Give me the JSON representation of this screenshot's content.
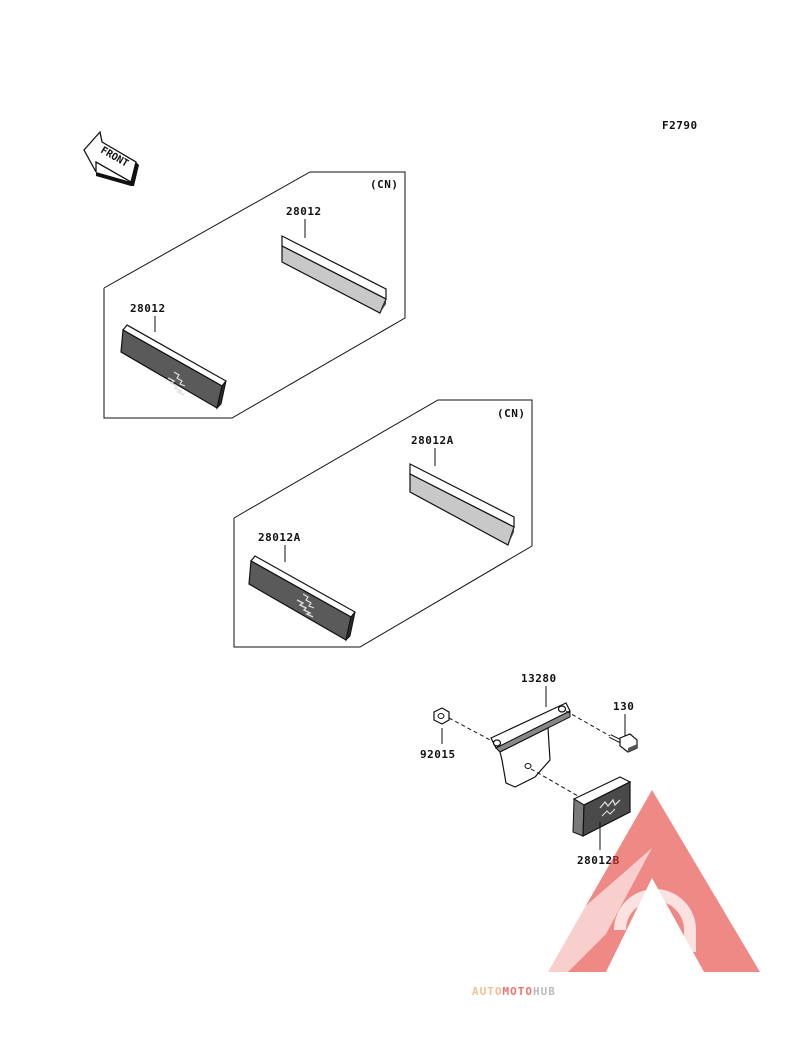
{
  "figure_code": "F2790",
  "front_label": "FRONT",
  "groups": [
    {
      "variant": "(CN)",
      "parts": [
        {
          "label": "28012"
        },
        {
          "label": "28012"
        }
      ]
    },
    {
      "variant": "(CN)",
      "parts": [
        {
          "label": "28012A"
        },
        {
          "label": "28012A"
        }
      ]
    }
  ],
  "bracket_assembly": {
    "bracket": "13280",
    "bolt": "130",
    "nut": "92015",
    "reflector": "28012B"
  },
  "watermark": {
    "brand_part1": "AUTO",
    "brand_part2": "MOTO",
    "brand_part3": "HUB",
    "color_orange": "#f4a460",
    "color_red": "#e53935",
    "color_gray": "#9e9e9e"
  }
}
